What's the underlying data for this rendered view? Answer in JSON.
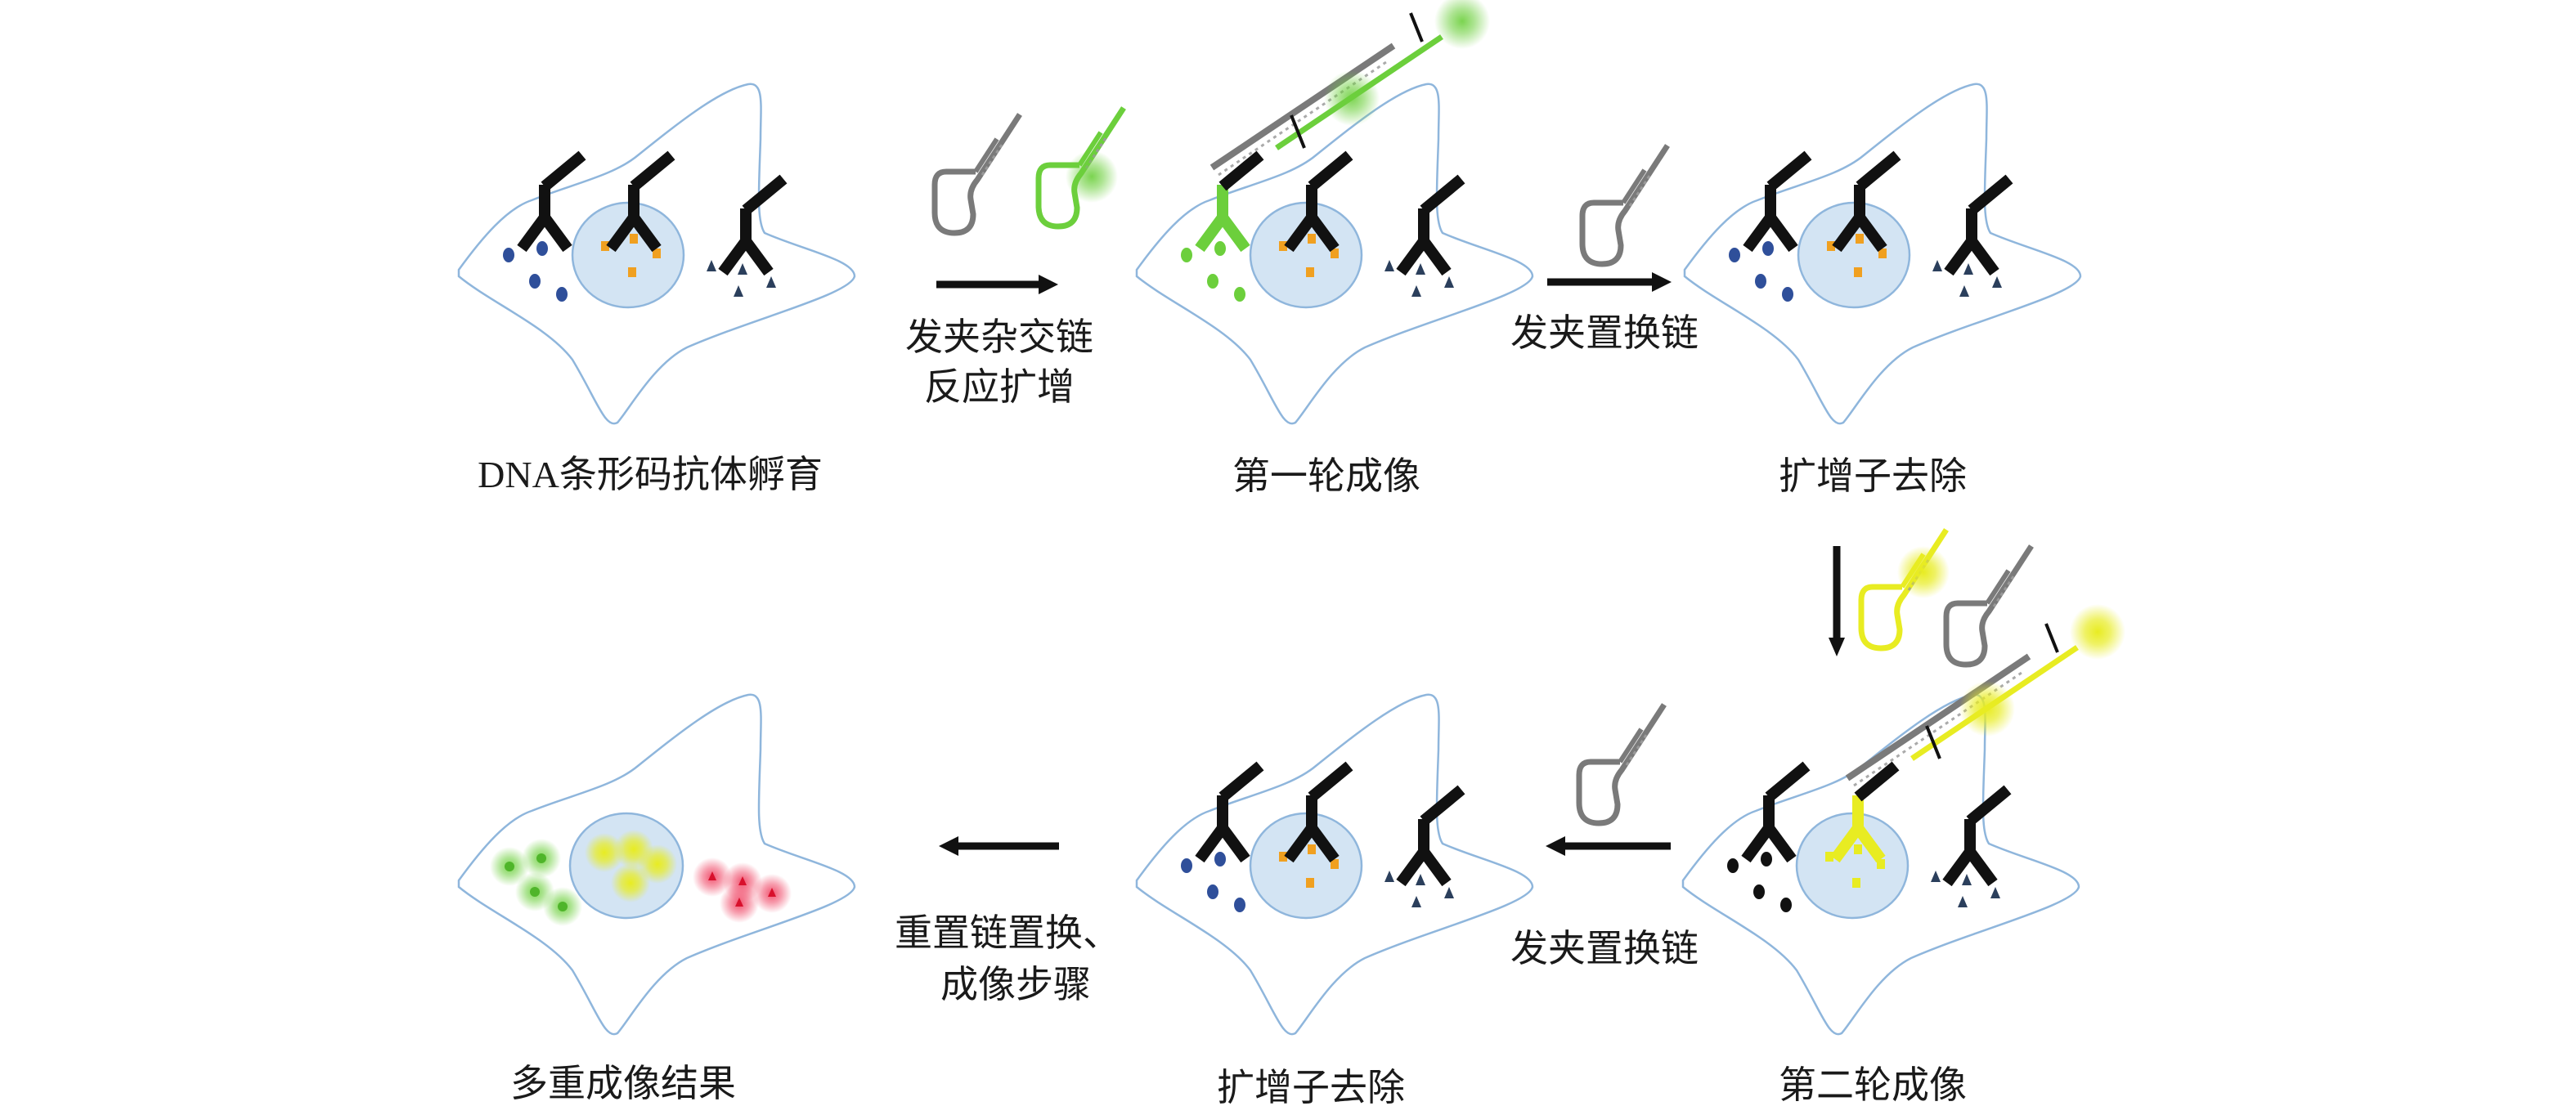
{
  "steps": {
    "incubation": "DNA条形码抗体孵育",
    "round1": "第一轮成像",
    "removal_top": "扩增子去除",
    "round2": "第二轮成像",
    "removal_bottom": "扩增子去除",
    "result": "多重成像结果"
  },
  "arrows": {
    "hcr_line1": "发夹杂交链",
    "hcr_line2": "反应扩增",
    "displace_top": "发夹置换链",
    "displace_bottom": "发夹置换链",
    "reset_line1": "重置链置换、",
    "reset_line2": "成像步骤"
  },
  "colors": {
    "cell_outline": "#8fb6dc",
    "nucleus": "#d3e4f3",
    "antibody": "#111111",
    "round1_fluor": "#6ccf3c",
    "round2_fluor": "#e8ec22",
    "result_red": "#ef4060",
    "target_blue": "#2f4f9a",
    "target_orange": "#f0a020",
    "hairpin_gray": "#7a7a7a"
  }
}
